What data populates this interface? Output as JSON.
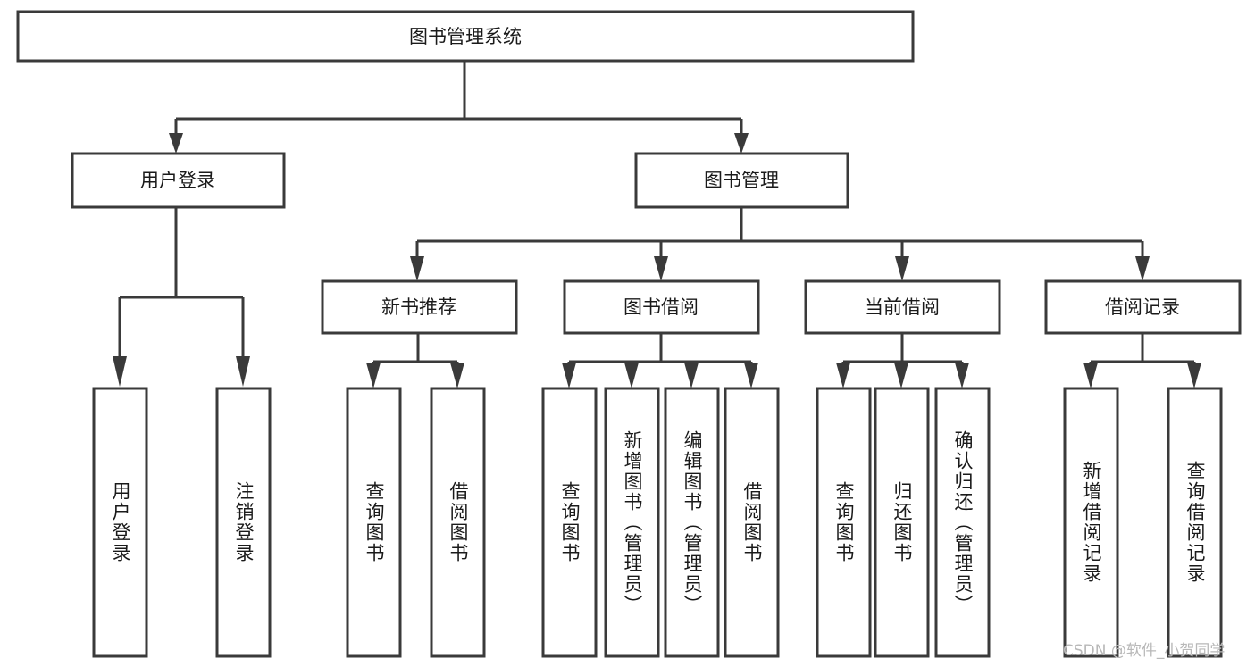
{
  "diagram": {
    "type": "tree",
    "title": "图书管理系统",
    "orientation": "top-down",
    "colors": {
      "box_stroke": "#3a3a3a",
      "box_fill": "#ffffff",
      "text": "#1a1a1a",
      "background": "#ffffff",
      "watermark": "#b8b8b8"
    },
    "root": {
      "label": "图书管理系统"
    },
    "level2": [
      {
        "label": "用户登录"
      },
      {
        "label": "图书管理"
      }
    ],
    "level3": [
      {
        "label": "新书推荐"
      },
      {
        "label": "图书借阅"
      },
      {
        "label": "当前借阅"
      },
      {
        "label": "借阅记录"
      }
    ],
    "leaves": {
      "user_login": [
        {
          "label": "用户登录"
        },
        {
          "label": "注销登录"
        }
      ],
      "new_book_recommend": [
        {
          "label": "查询图书"
        },
        {
          "label": "借阅图书"
        }
      ],
      "book_borrow": [
        {
          "label": "查询图书"
        },
        {
          "label": "新增图书（管理员）"
        },
        {
          "label": "编辑图书（管理员）"
        },
        {
          "label": "借阅图书"
        }
      ],
      "current_borrow": [
        {
          "label": "查询图书"
        },
        {
          "label": "归还图书"
        },
        {
          "label": "确认归还（管理员）"
        }
      ],
      "borrow_record": [
        {
          "label": "新增借阅记录"
        },
        {
          "label": "查询借阅记录"
        }
      ]
    }
  },
  "watermark": {
    "text": "CSDN @软件_小贺同学"
  }
}
